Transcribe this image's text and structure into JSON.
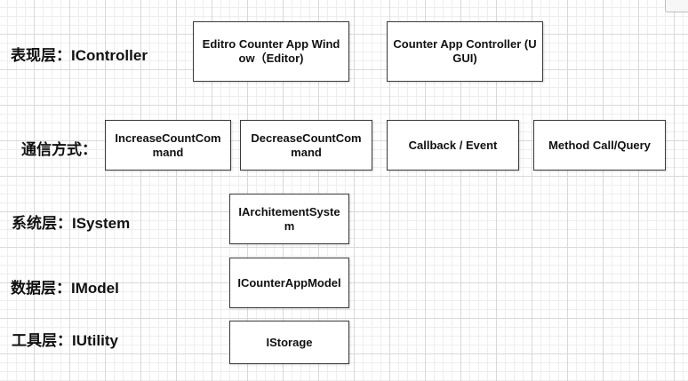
{
  "layers": {
    "presentation": "表现层：IController",
    "communication": "通信方式：",
    "system": "系统层：ISystem",
    "model": "数据层：IModel",
    "utility": "工具层：IUtility"
  },
  "boxes": {
    "editor_window": "Editro Counter App Window（Editor)",
    "counter_controller": "Counter App Controller (UGUI)",
    "increase_command": "IncreaseCountCommand",
    "decrease_command": "DecreaseCountCommand",
    "callback_event": "Callback / Event",
    "method_call": "Method Call/Query",
    "architecture_system": "IArchitementSystem",
    "counter_model": "ICounterAppModel",
    "storage": "IStorage"
  }
}
